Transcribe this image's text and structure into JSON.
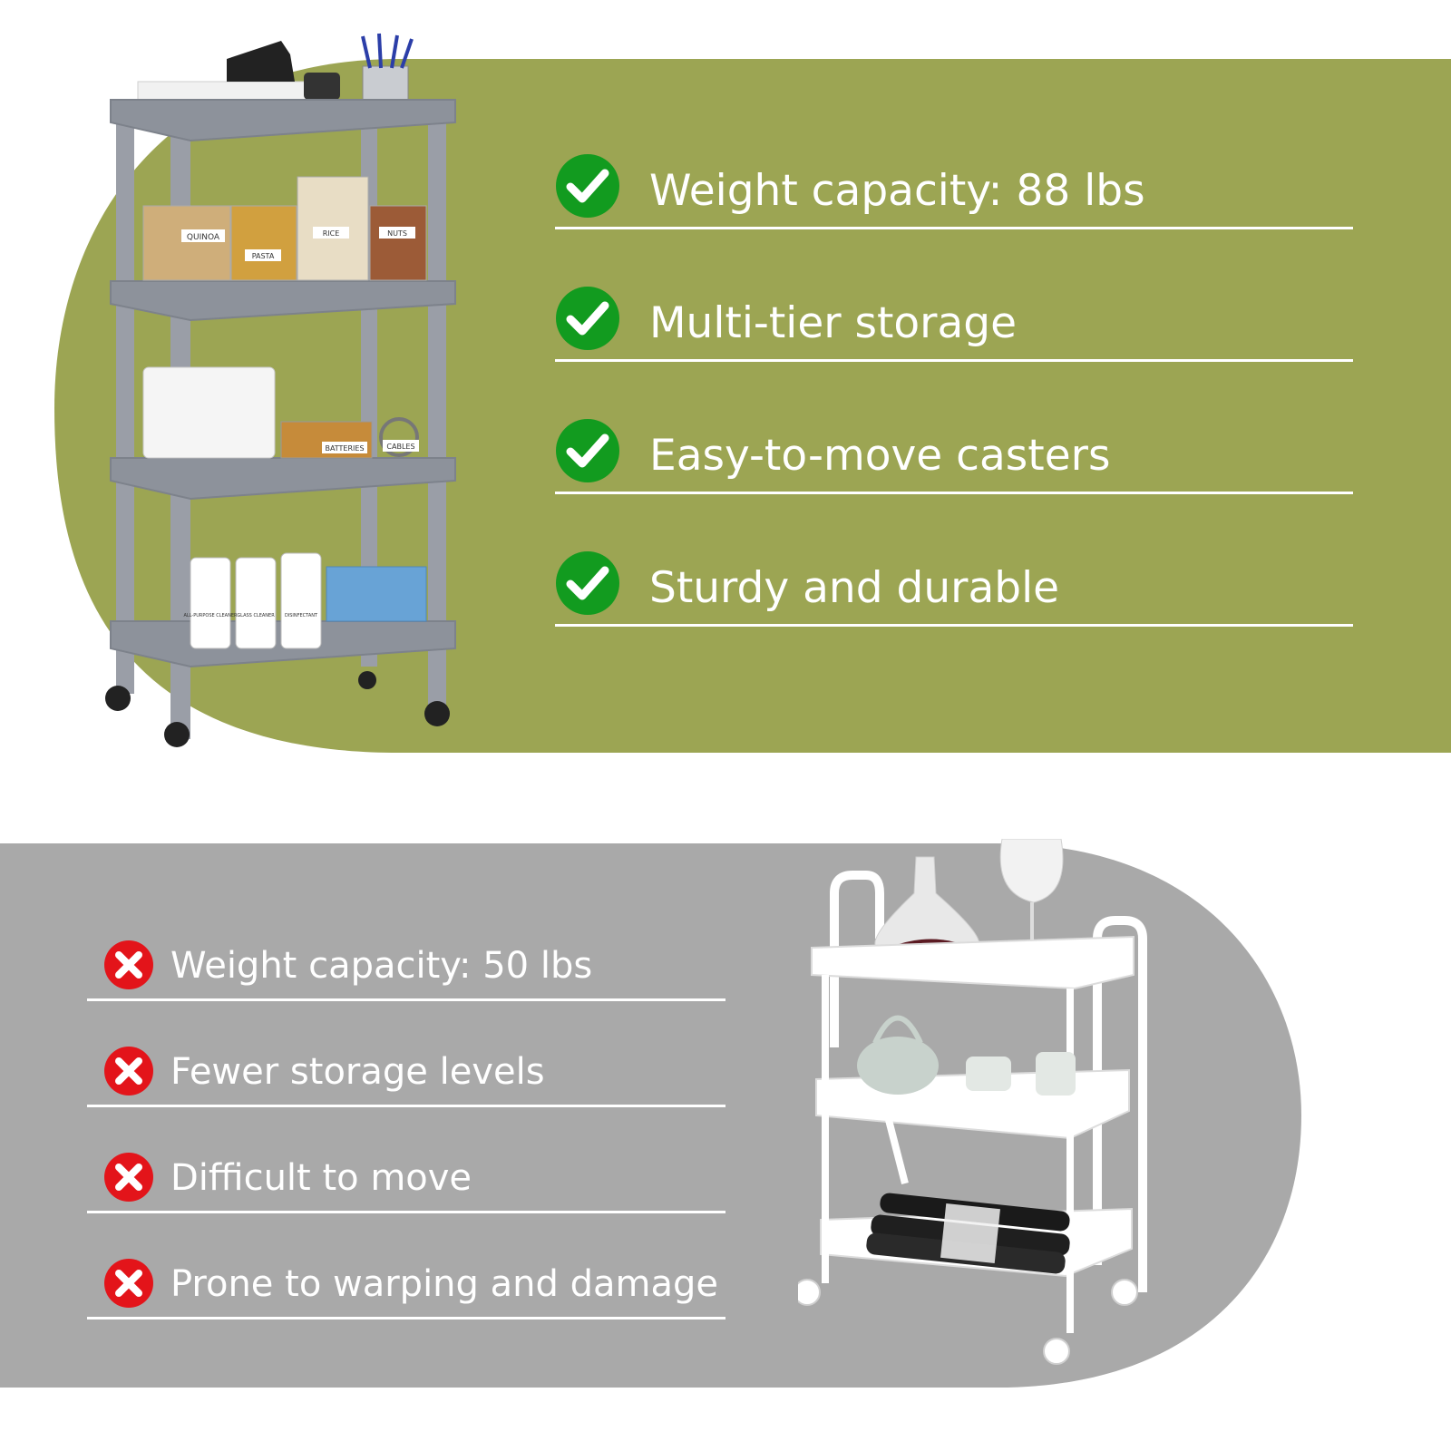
{
  "colors": {
    "pro_background": "#9ca553",
    "con_background": "#a9a9a9",
    "check_green": "#129b1f",
    "cross_red": "#e3141a",
    "cart_gray": "#9a9ea7",
    "cart_white": "#ffffff"
  },
  "pros": {
    "icon": "check-icon",
    "items": [
      {
        "label": "Weight capacity: 88 lbs"
      },
      {
        "label": "Multi-tier storage"
      },
      {
        "label": "Easy-to-move casters"
      },
      {
        "label": "Sturdy and durable"
      }
    ]
  },
  "cons": {
    "icon": "cross-icon",
    "items": [
      {
        "label": "Weight capacity: 50 lbs"
      },
      {
        "label": "Fewer storage levels"
      },
      {
        "label": "Difficult to move"
      },
      {
        "label": "Prone to warping and damage"
      }
    ]
  },
  "gray_cart_labels": {
    "quinoa": "QUINOA",
    "pasta": "PASTA",
    "rice": "RICE",
    "nuts": "NUTS",
    "batteries": "BATTERIES",
    "cables": "CABLES",
    "all_purpose": "ALL-PURPOSE CLEANER",
    "glass": "GLASS CLEANER",
    "disinfectant": "DISINFECTANT"
  }
}
